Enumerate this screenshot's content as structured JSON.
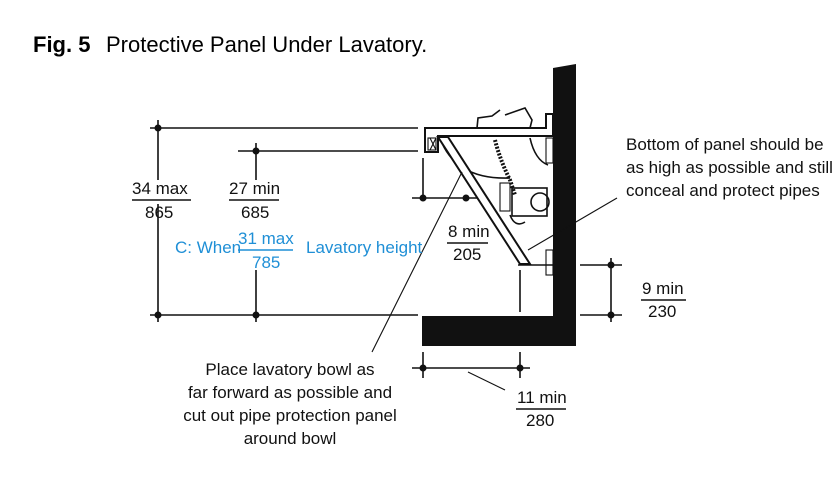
{
  "title": {
    "fig": "Fig. 5",
    "text": "Protective Panel Under Lavatory."
  },
  "dims": {
    "height_max": {
      "in": "34 max",
      "mm": "865"
    },
    "knee_min": {
      "in": "27 min",
      "mm": "685"
    },
    "children": {
      "prefix": "C: When",
      "in": "31 max",
      "mm": "785",
      "suffix": "Lavatory height"
    },
    "panel_depth": {
      "in": "8 min",
      "mm": "205"
    },
    "panel_bottom": {
      "in": "9 min",
      "mm": "230"
    },
    "toe": {
      "in": "11 min",
      "mm": "280"
    }
  },
  "notes": {
    "panel": [
      "Bottom of panel should be",
      "as high as possible and still",
      "conceal and protect pipes"
    ],
    "bowl": [
      "Place lavatory bowl as",
      "far forward as possible and",
      "cut out pipe protection panel",
      "around bowl"
    ]
  },
  "colors": {
    "accent": "#1f8fd6"
  }
}
